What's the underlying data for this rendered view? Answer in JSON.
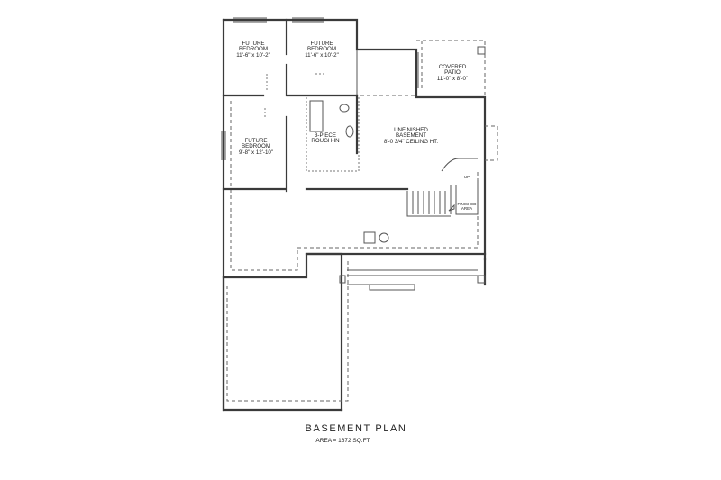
{
  "plan": {
    "title": "BASEMENT  PLAN",
    "area": "AREA = 1672 SQ.FT."
  },
  "rooms": {
    "bedroom1": {
      "name1": "FUTURE",
      "name2": "BEDROOM",
      "size": "11'-6\" x 10'-2\""
    },
    "bedroom2": {
      "name1": "FUTURE",
      "name2": "BEDROOM",
      "size": "11'-6\" x 10'-2\""
    },
    "bedroom3": {
      "name1": "FUTURE",
      "name2": "BEDROOM",
      "size": "9'-8\" x 12'-10\""
    },
    "patio": {
      "name1": "COVERED",
      "name2": "PATIO",
      "size": "11'-0\" x 8'-0\""
    },
    "bath": {
      "name1": "3-PIECE",
      "name2": "ROUGH-IN"
    },
    "basement": {
      "name1": "UNFINISHED",
      "name2": "BASEMENT",
      "size": "8'-0 3/4\" CEILING HT."
    },
    "stair_up": "UP",
    "finished_area1": "FINISHED",
    "finished_area2": "AREA"
  }
}
